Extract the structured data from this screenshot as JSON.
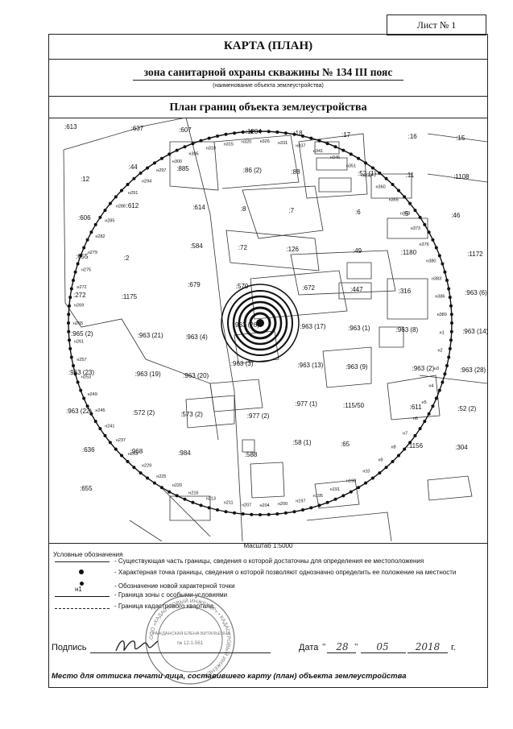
{
  "sheet": {
    "label": "Лист № 1"
  },
  "header": {
    "title": "КАРТА (ПЛАН)",
    "object_name": "зона санитарной охраны  скважины № 134 III пояс",
    "object_caption": "(наименование объекта землеустройства)",
    "section_title": "План границ объекта землеустройства"
  },
  "map": {
    "scale": "Масштаб 1:5000",
    "parcel_labels": [
      ":613",
      ":637",
      ":607",
      ":1204",
      ":18",
      ":17",
      ":16",
      ":15",
      ":12",
      ":44",
      ":885",
      ":86 (2)",
      ":88",
      ":52 (1)",
      ":11",
      ":1108",
      ":606",
      ":612",
      ":614",
      ":8",
      ":7",
      ":6",
      ":5",
      ":46",
      ":655",
      ":2",
      ":584",
      ":72",
      ":126",
      ":49",
      ":1180",
      ":1172",
      ":272",
      ":1175",
      ":679",
      ":570",
      ":672",
      ":447",
      ":316",
      ":963 (6)",
      ":965 (2)",
      ":963 (21)",
      ":963 (4)",
      ":963 (26)",
      ":963 (17)",
      ":963 (1)",
      ":963 (8)",
      ":963 (14)",
      ":963 (23)",
      ":963 (19)",
      ":963 (20)",
      ":963 (3)",
      ":963 (13)",
      ":963 (9)",
      ":963 (2)",
      ":963 (28)",
      ":963 (22)",
      ":572 (2)",
      ":573 (2)",
      ":977 (2)",
      ":977 (1)",
      ":115/50",
      ":611",
      ":52 (2)",
      ":636",
      ":968",
      ":984",
      ":588",
      ":58 (1)",
      ":65",
      ":1156",
      ":304",
      ":655"
    ],
    "point_labels": [
      "н1",
      "н2",
      "н3",
      "н4",
      "н5",
      "н6",
      "н7",
      "н8",
      "н9",
      "н10",
      "н190",
      "н191",
      "н195",
      "н197",
      "н200",
      "н204",
      "н207",
      "н211",
      "н213",
      "н216",
      "н220",
      "н225",
      "н229",
      "н233",
      "н237",
      "н241",
      "н245",
      "н249",
      "н253",
      "н257",
      "н261",
      "н265",
      "н269",
      "н272",
      "н275",
      "н279",
      "н282",
      "н285",
      "н288",
      "н291",
      "н294",
      "н297",
      "н300",
      "н305",
      "н310",
      "н315",
      "н320",
      "н326",
      "н331",
      "н337",
      "н341",
      "н346",
      "н351",
      "н356",
      "н360",
      "н365",
      "н369",
      "н373",
      "н376",
      "н380",
      "н383",
      "н386",
      "н389"
    ]
  },
  "legend": {
    "heading": "Условные обозначения",
    "items": [
      "- Существующая часть границы, сведения о которой достаточны для определения ее местоположения",
      "- Характерная точка границы, сведения о которой позволяют однозначно определить ее положение на местности",
      "- Обозначение новой характерной точки",
      "- Граница зоны с особыми условиями",
      "- Граница кадастрового квартала"
    ],
    "point_sample_label": "н1"
  },
  "signature": {
    "label": "Подпись",
    "date_label": "Дата",
    "day": "28",
    "month": "05",
    "year": "2018",
    "year_suffix": "г."
  },
  "stamp": {
    "ring_text": "ООО «КАДАСТРОВЫЙ ИНЖЕНЕР» • КАДАСТРОВЫЙ ИНЖЕНЕР •",
    "center_text": "ГРАЖДАНСКАЯ ЕЛЕНА ВИТАЛЬЕВНА",
    "number": "№ 12-1-561"
  },
  "footer": {
    "note": "Место для оттиска печати лица, составившего карту (план) объекта землеустройства"
  }
}
